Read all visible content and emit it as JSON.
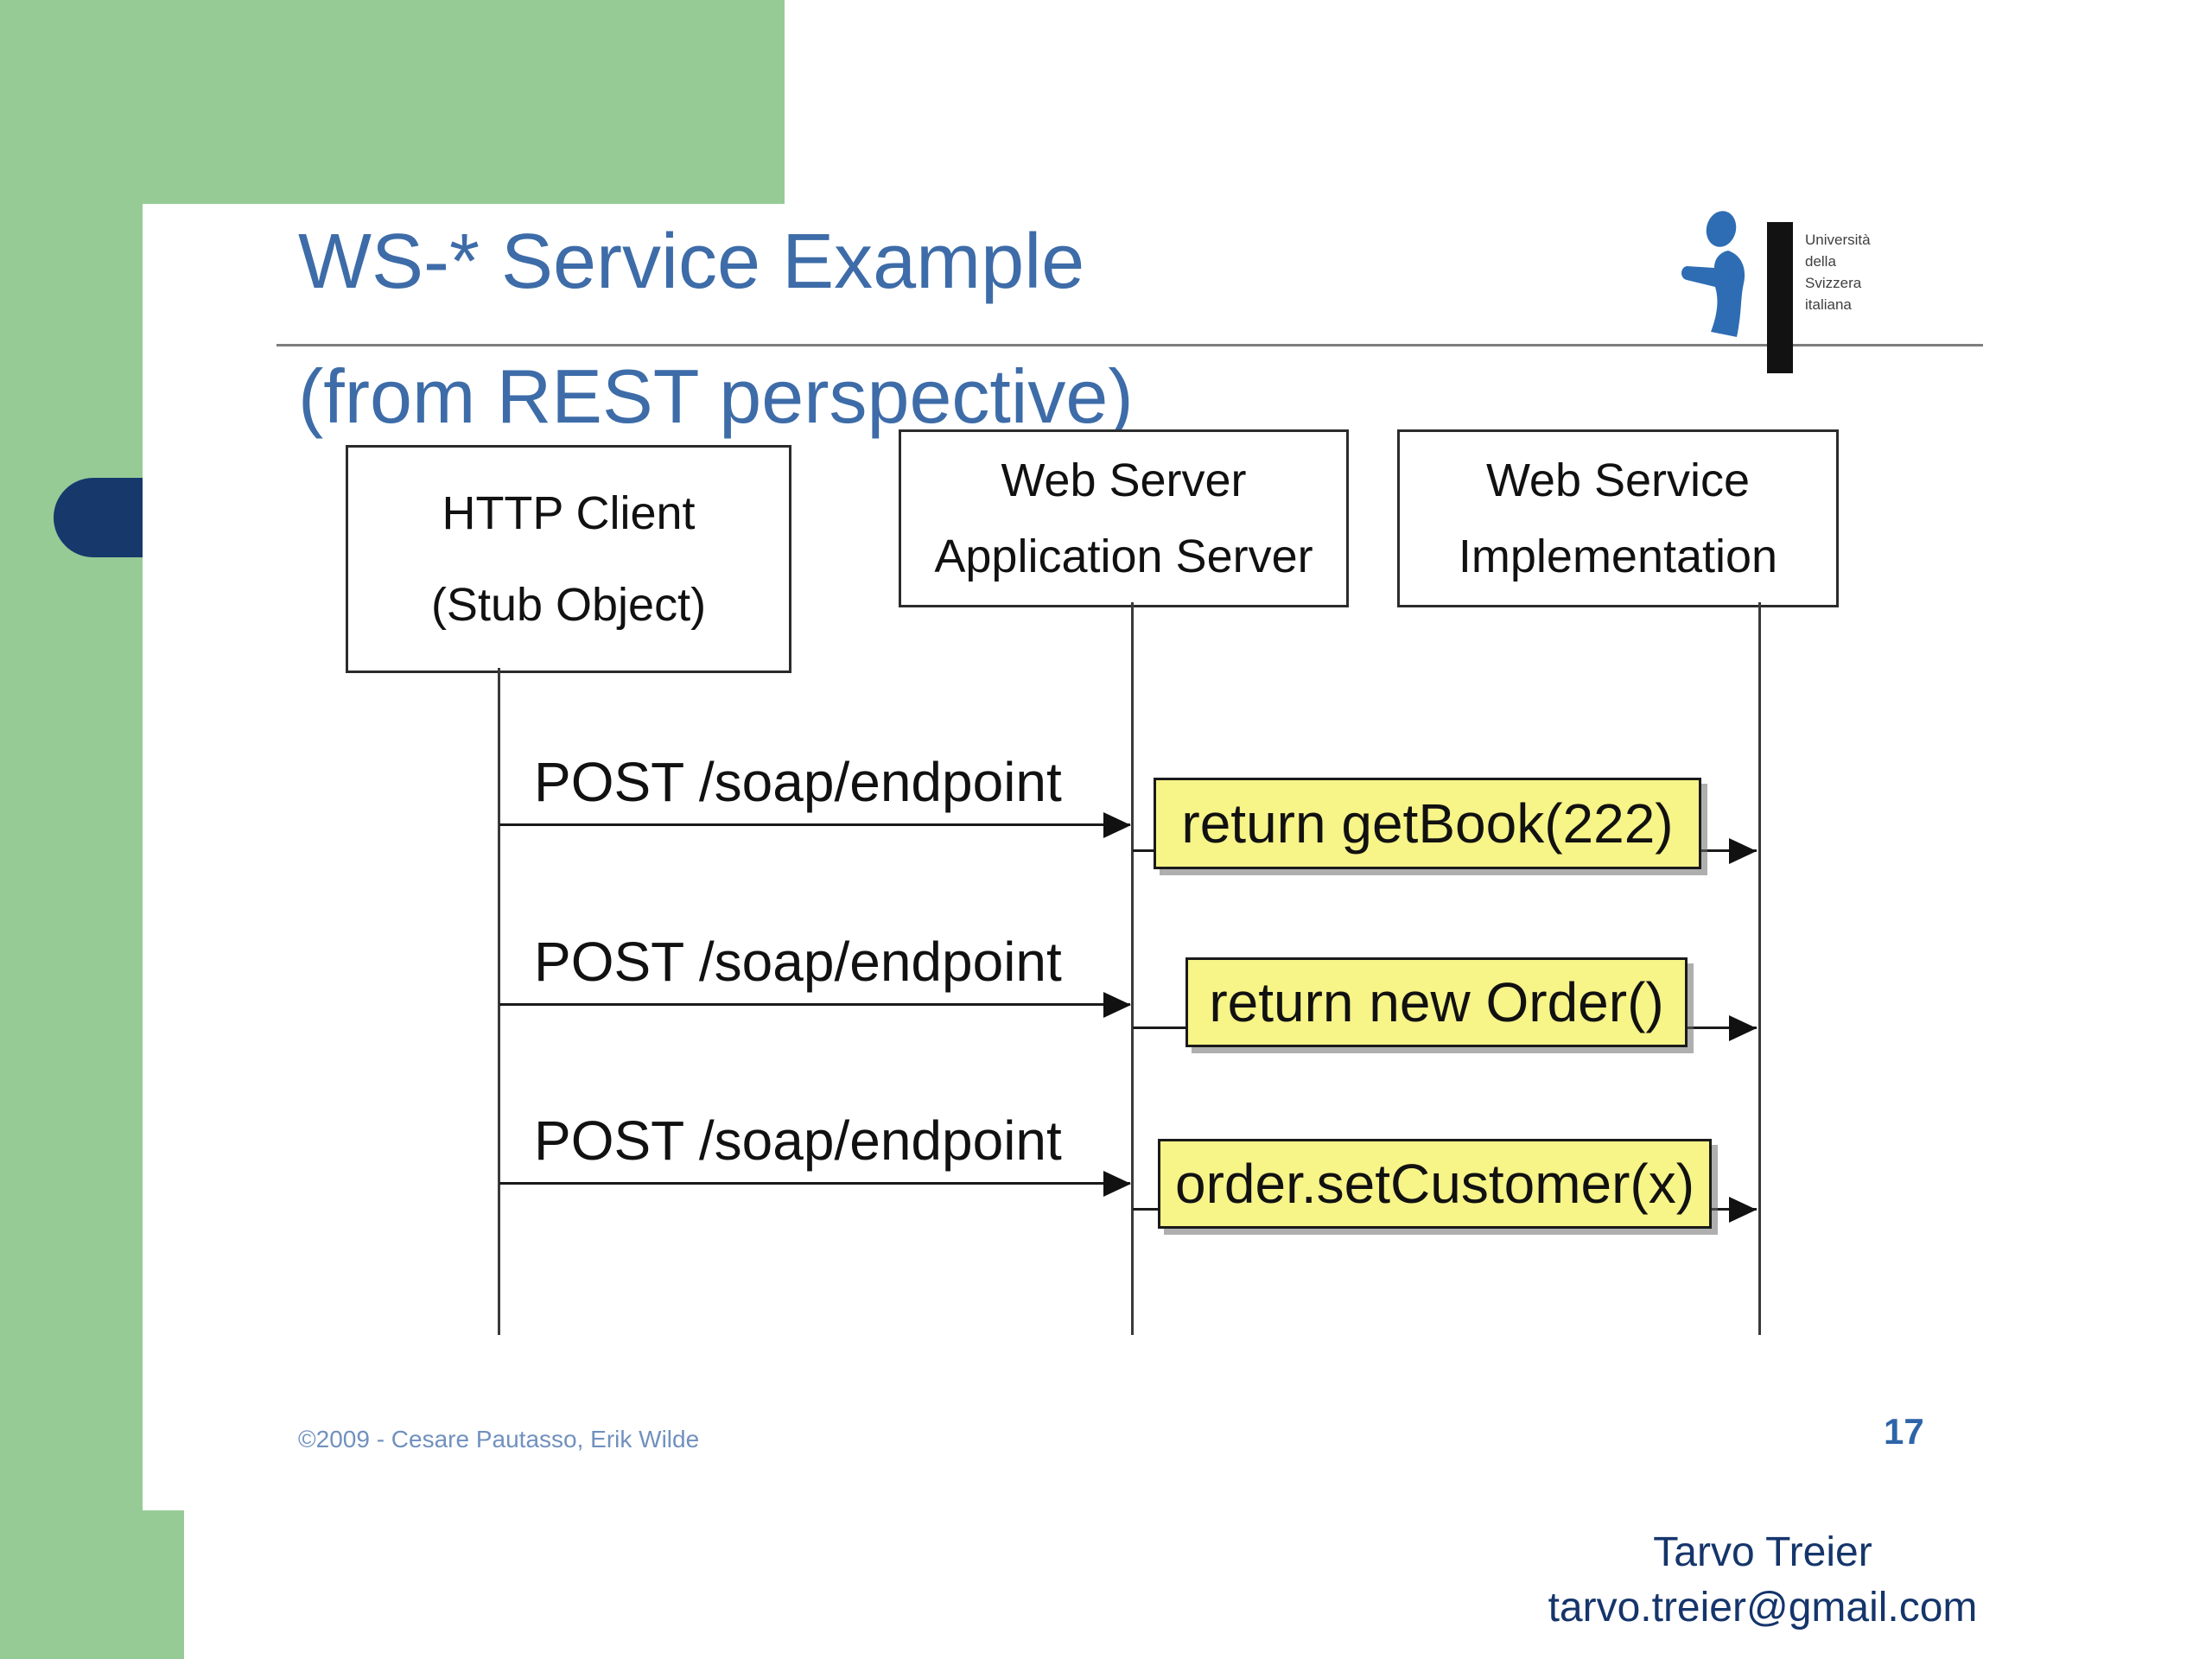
{
  "slide": {
    "title_line1": "WS-* Service Example",
    "title_line2": "(from REST perspective)",
    "page_number": "17",
    "credit": "©2009 - Cesare Pautasso, Erik Wilde",
    "contact_name": "Tarvo Treier",
    "contact_email": "tarvo.treier@gmail.com"
  },
  "logo": {
    "line1": "Università",
    "line2": "della",
    "line3": "Svizzera",
    "line4": "italiana"
  },
  "diagram": {
    "participants": [
      {
        "line1": "HTTP Client",
        "line2": "(Stub Object)"
      },
      {
        "line1": "Web Server",
        "line2": "Application Server"
      },
      {
        "line1": "Web Service",
        "line2": "Implementation"
      }
    ],
    "client_messages": [
      {
        "label": "POST /soap/endpoint"
      },
      {
        "label": "POST /soap/endpoint"
      },
      {
        "label": "POST /soap/endpoint"
      }
    ],
    "service_calls": [
      {
        "label": "return getBook(222)"
      },
      {
        "label": "return new Order()"
      },
      {
        "label": "order.setCustomer(x)"
      }
    ]
  },
  "colors": {
    "background_green": "#96CB96",
    "accent_navy": "#17386B",
    "title_blue": "#3D6CA8",
    "note_yellow": "#F7F488",
    "credit_blue": "#7191BE",
    "contact_navy": "#15356B",
    "logo_blue": "#2E6DB4"
  }
}
